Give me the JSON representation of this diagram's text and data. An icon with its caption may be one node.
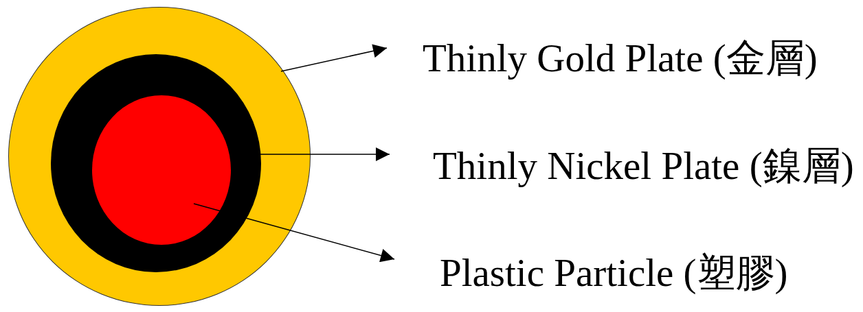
{
  "diagram": {
    "nodes": [
      {
        "text": [],
        "shape": "circle"
      },
      {
        "text": [],
        "shape": "circle",
        "in": 0
      },
      {
        "text": [],
        "shape": "circle",
        "in": 1
      },
      {
        "text": [
          "Thinly Gold Plate (金層)"
        ]
      },
      {
        "text": [
          "Thinly Nickel Plate (鎳層)"
        ]
      },
      {
        "text": [
          "Plastic Particle (塑膠)"
        ]
      }
    ],
    "edges": [
      {
        "from": 0,
        "to": 3,
        "arrow": "to"
      },
      {
        "from": 1,
        "to": 4,
        "arrow": "to"
      },
      {
        "from": 2,
        "to": 5,
        "arrow": "to"
      }
    ]
  }
}
